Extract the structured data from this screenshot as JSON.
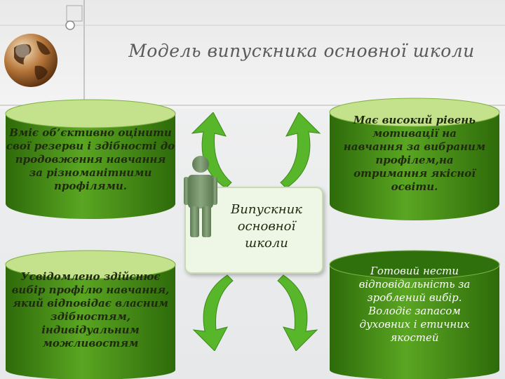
{
  "title": "Модель випускника основної школи",
  "center": {
    "lines": [
      "Випускник",
      "основної",
      "школи"
    ]
  },
  "boxes": {
    "top_left": {
      "lines": [
        "Вміє об’єктивно оцінити",
        "свої резерви і здібності до",
        "продовження навчання",
        "за різноманітними",
        "профілями."
      ]
    },
    "top_right": {
      "lines": [
        "Має високий рівень",
        "мотивації на",
        "навчання за вибраним",
        "профілем,на",
        "отримання якісної",
        "освіти."
      ]
    },
    "bottom_left": {
      "lines": [
        "Усвідомлено здійснює",
        "вибір профілю навчання,",
        "який відповідає власним",
        "здібностям,",
        "індивідуальним",
        "можливостям"
      ]
    },
    "bottom_right": {
      "lines": [
        "Готовий нести",
        "відповідальність за",
        "зроблений вибір.",
        "Володіє запасом",
        "духовних і етичних",
        "якостей"
      ]
    }
  },
  "colors": {
    "cylinder_body": "#4f9a1c",
    "cylinder_top": "#c4e18c",
    "arrow_fill": "#58b62a",
    "center_fill": "#eef6e6",
    "person": "#6f8f64"
  },
  "icons": [
    "globe-icon",
    "person-icon",
    "curved-arrow-icon"
  ]
}
